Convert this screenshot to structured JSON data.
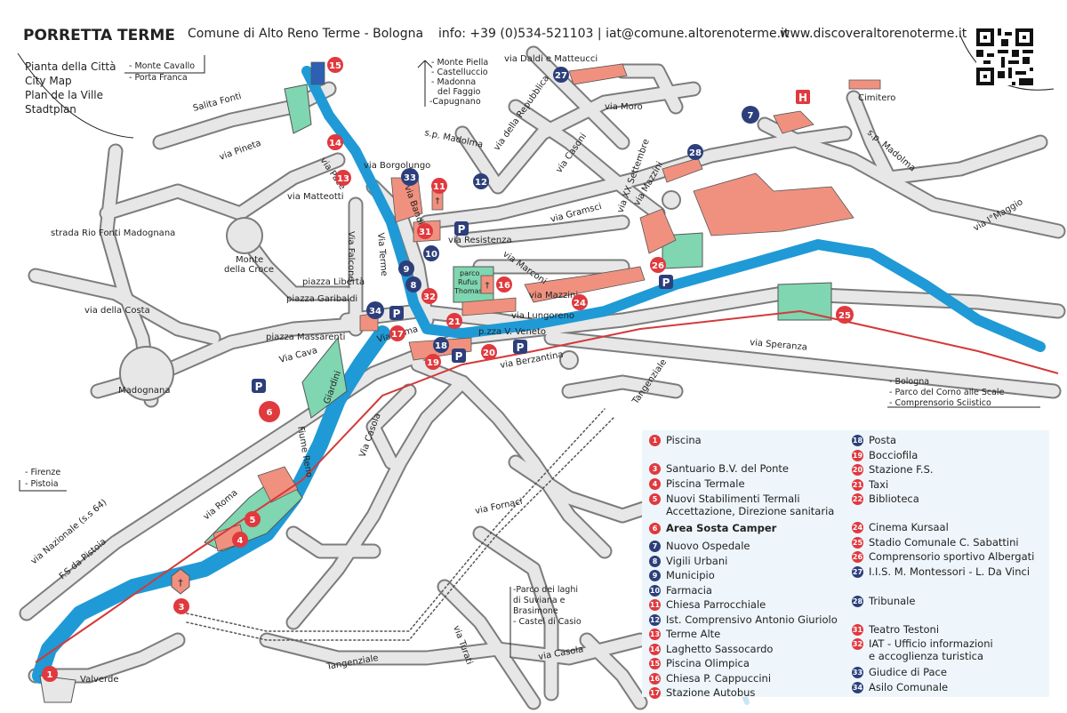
{
  "header": {
    "town": "PORRETTA TERME",
    "municipality": "Comune di Alto Reno Terme - Bologna",
    "info": "info: +39 (0)534-521103 | iat@comune.altorenoterme.it",
    "website": "www.discoveraltorenoterme.it"
  },
  "subtitle": [
    "Pianta della Città",
    "City Map",
    "Plan de la Ville",
    "Stadtplan"
  ],
  "colors": {
    "river": "#1f9ad6",
    "road_fill": "#e7e7e7",
    "road_stroke": "#7c7c7c",
    "building": "#f0917f",
    "park": "#7fd6b0",
    "railway": "#d43a3a",
    "marker_red": "#e0393e",
    "marker_blue": "#2d3f7a",
    "legend_bg": "#eef6fb"
  },
  "directions": {
    "monte_cavallo": [
      "- Monte Cavallo",
      "- Porta Franca"
    ],
    "monte_piella": [
      "- Monte Piella",
      "- Castelluccio",
      "- Madonna",
      "del Faggio",
      "-Capugnano"
    ],
    "bologna": [
      "- Bologna",
      "- Parco del Corno alle Scale",
      "- Comprensorio Sciistico"
    ],
    "firenze": [
      "- Firenze",
      "- Pistoia"
    ],
    "laghi": [
      "-Parco dei laghi",
      "di Suviana e",
      "Brasimone",
      "- Castel di Casio"
    ]
  },
  "streets": {
    "salita_fonti": "Salita Fonti",
    "via_pineta": "via Pineta",
    "via_pace": "via Pace",
    "via_borgolungo": "via Borgolungo",
    "via_matteotti": "via Matteotti",
    "via_bandiera": "via Bandiera",
    "sp_madolma_1": "s.p. Madolma",
    "via_repubblica": "via della Repubblica",
    "via_daldi": "via Daldi e Matteucci",
    "via_moro": "via Moro",
    "via_casoni": "via Casoni",
    "via_xx_settembre": "via XX Settembre",
    "via_mazzini_n": "via Mazzini",
    "via_gramsci": "via Gramsci",
    "via_resistenza": "via Resistenza",
    "via_marconi": "via Marconi",
    "via_mazzini": "via Mazzini",
    "via_lungoreno": "via Lungoreno",
    "pzza_veneto": "p.zza V. Veneto",
    "via_berzantina": "via Berzantina",
    "via_speranza": "via Speranza",
    "tangenziale": "Tangenziale",
    "tangenziale_s": "Tangenziale",
    "via_falcone": "Via Falcone",
    "via_terme": "Via Terme",
    "via_roma": "Via Roma",
    "via_roma_s": "via Roma",
    "via_cava": "Via Cava",
    "giardini": "Giardini",
    "via_casola": "Via Casola",
    "via_casola_s": "via Casola",
    "via_fornaci": "via Fornaci",
    "via_turati": "via Turati",
    "fiume_reno": "Fiume Reno",
    "via_nazionale": "via Nazionale (s.s 64)",
    "fs_pistoia": "F.S da Pistoia",
    "sp_madolma_2": "s.p. Madolma",
    "via_maggio": "via I°Maggio",
    "strada_rio": "strada Rio Fonti Madognana",
    "via_costa": "via della Costa"
  },
  "places": {
    "monte_croce": [
      "Monte",
      "della Croce"
    ],
    "madognana": "Madognana",
    "piazza_liberta": "piazza Libertà",
    "piazza_garibaldi": "piazza Garibaldi",
    "piazza_massarenti": "piazza Massarenti",
    "parco": [
      "parco",
      "Rufus",
      "Thomas"
    ],
    "cimitero": "Cimitero",
    "valverde": "Valverde"
  },
  "legend": {
    "left": [
      {
        "num": "1",
        "label": "Piscina",
        "color": "red"
      },
      {
        "num": "3",
        "label": "Santuario B.V. del Ponte",
        "color": "red"
      },
      {
        "num": "4",
        "label": "Piscina Termale",
        "color": "red"
      },
      {
        "num": "5",
        "label": "Nuovi Stabilimenti Termali",
        "label2": "Accettazione, Direzione sanitaria",
        "color": "red"
      },
      {
        "num": "6",
        "label": "Area Sosta Camper",
        "color": "red",
        "bold": true
      },
      {
        "num": "7",
        "label": "Nuovo Ospedale",
        "color": "blue"
      },
      {
        "num": "8",
        "label": "Vigili Urbani",
        "color": "blue"
      },
      {
        "num": "9",
        "label": "Municipio",
        "color": "blue"
      },
      {
        "num": "10",
        "label": "Farmacia",
        "color": "blue"
      },
      {
        "num": "11",
        "label": "Chiesa Parrocchiale",
        "color": "red"
      },
      {
        "num": "12",
        "label": "Ist. Comprensivo Antonio Giuriolo",
        "color": "blue"
      },
      {
        "num": "13",
        "label": "Terme Alte",
        "color": "red"
      },
      {
        "num": "14",
        "label": "Laghetto Sassocardo",
        "color": "red"
      },
      {
        "num": "15",
        "label": "Piscina Olimpica",
        "color": "red"
      },
      {
        "num": "16",
        "label": "Chiesa P. Cappuccini",
        "color": "red"
      },
      {
        "num": "17",
        "label": "Stazione Autobus",
        "color": "red"
      }
    ],
    "right": [
      {
        "num": "18",
        "label": "Posta",
        "color": "blue"
      },
      {
        "num": "19",
        "label": "Bocciofila",
        "color": "red"
      },
      {
        "num": "20",
        "label": "Stazione F.S.",
        "color": "red"
      },
      {
        "num": "21",
        "label": "Taxi",
        "color": "red"
      },
      {
        "num": "22",
        "label": "Biblioteca",
        "color": "red"
      },
      {
        "num": "24",
        "label": "Cinema Kursaal",
        "color": "red"
      },
      {
        "num": "25",
        "label": "Stadio Comunale C. Sabattini",
        "color": "red"
      },
      {
        "num": "26",
        "label": "Comprensorio sportivo Albergati",
        "color": "red"
      },
      {
        "num": "27",
        "label": "I.I.S. M. Montessori - L. Da Vinci",
        "color": "blue"
      },
      {
        "num": "28",
        "label": "Tribunale",
        "color": "blue"
      },
      {
        "num": "31",
        "label": "Teatro Testoni",
        "color": "red"
      },
      {
        "num": "32",
        "label": "IAT - Ufficio informazioni",
        "label2": "e accoglienza turistica",
        "color": "red"
      },
      {
        "num": "33",
        "label": "Giudice di Pace",
        "color": "blue"
      },
      {
        "num": "34",
        "label": "Asilo Comunale",
        "color": "blue"
      }
    ]
  },
  "map_labels": {
    "parking": "P",
    "hospital": "H",
    "church": "†",
    "m1": "1",
    "m3": "3",
    "m4": "4",
    "m5": "5",
    "m6": "6",
    "m7": "7",
    "m8": "8",
    "m9": "9",
    "m10": "10",
    "m11": "11",
    "m12": "12",
    "m13": "13",
    "m14": "14",
    "m15": "15",
    "m16": "16",
    "m17": "17",
    "m18": "18",
    "m19": "19",
    "m20": "20",
    "m21": "21",
    "m24": "24",
    "m25": "25",
    "m26": "26",
    "m27": "27",
    "m28": "28",
    "m31": "31",
    "m32": "32",
    "m33": "33",
    "m34": "34"
  }
}
